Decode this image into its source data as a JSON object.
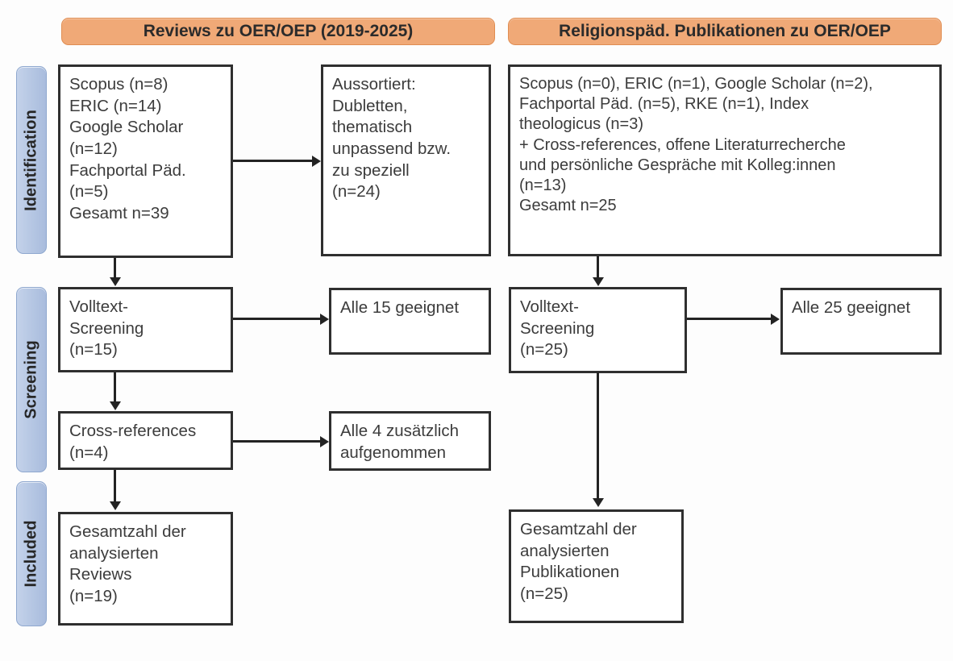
{
  "phases": [
    {
      "id": "identification",
      "label": "Identification"
    },
    {
      "id": "screening",
      "label": "Screening"
    },
    {
      "id": "included",
      "label": "Included"
    }
  ],
  "columns": [
    {
      "id": "reviews",
      "header": "Reviews zu OER/OEP (2019-2025)"
    },
    {
      "id": "religionspaed",
      "header": "Religionspäd. Publikationen zu OER/OEP"
    }
  ],
  "boxes": {
    "left_identification_sources": "Scopus (n=8)\nERIC (n=14)\nGoogle Scholar\n(n=12)\nFachportal Päd.\n(n=5)\nGesamt n=39",
    "left_excluded": "Aussortiert:\nDubletten,\nthematisch\nunpassend bzw.\nzu speziell\n(n=24)",
    "left_fulltext_screening": "Volltext-\nScreening\n(n=15)",
    "left_all_suitable": "Alle 15 geeignet",
    "left_cross_references": "Cross-references\n(n=4)",
    "left_all_added": "Alle 4 zusätzlich\naufgenommen",
    "left_included_total": "Gesamtzahl der\nanalysierten\nReviews\n(n=19)",
    "right_identification_sources": "Scopus (n=0), ERIC (n=1), Google Scholar (n=2),\nFachportal Päd. (n=5), RKE (n=1), Index\ntheologicus (n=3)\n+ Cross-references, offene Literaturrecherche\nund persönliche Gespräche mit Kolleg:innen\n(n=13)\nGesamt n=25",
    "right_fulltext_screening": "Volltext-\nScreening\n(n=25)",
    "right_all_suitable": "Alle 25 geeignet",
    "right_included_total": "Gesamtzahl der\nanalysierten\nPublikationen\n(n=25)"
  },
  "counts": {
    "left_scopus": 8,
    "left_eric": 14,
    "left_google_scholar": 12,
    "left_fachportal": 5,
    "left_total_identified": 39,
    "left_excluded": 24,
    "left_fulltext_screened": 15,
    "left_all_suitable": 15,
    "left_cross_references": 4,
    "left_all_added": 4,
    "left_included": 19,
    "right_scopus": 0,
    "right_eric": 1,
    "right_google_scholar": 2,
    "right_fachportal": 5,
    "right_rke": 1,
    "right_index_theologicus": 3,
    "right_additional_sources": 13,
    "right_total_identified": 25,
    "right_fulltext_screened": 25,
    "right_all_suitable": 25,
    "right_included": 25
  },
  "colors": {
    "header_orange": "#f0a977",
    "phase_blue": "#b7c8e4",
    "box_border": "#2f2f2f",
    "text": "#3c3c3c",
    "connector": "#232323",
    "background": "#fdfdfd"
  }
}
